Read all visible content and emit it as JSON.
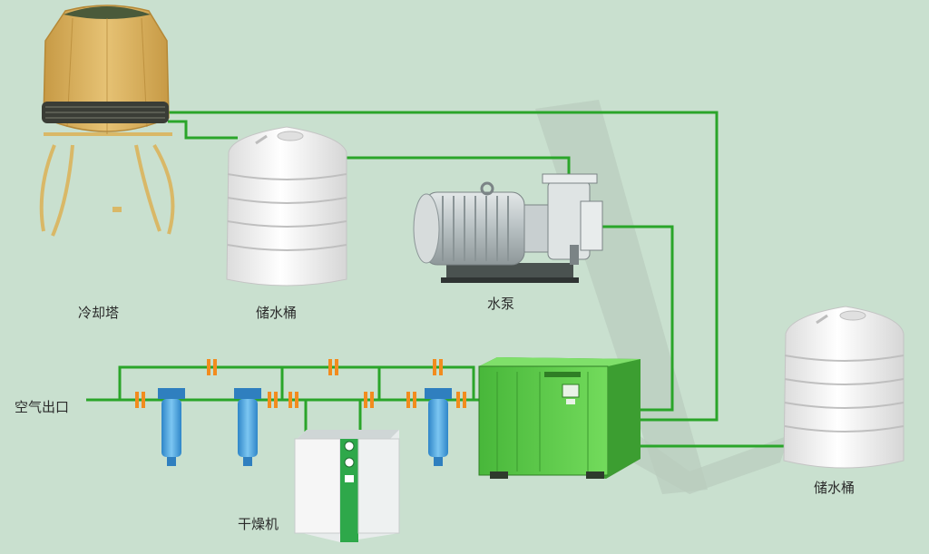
{
  "labels": {
    "cooling_tower": "冷却塔",
    "storage_tank_top": "储水桶",
    "water_pump": "水泵",
    "air_outlet": "空气出口",
    "dryer": "干燥机",
    "storage_tank_right": "储水桶"
  },
  "colors": {
    "background": "#c9e0cf",
    "pipe": "#2aa52a",
    "valve": "#f28c1e",
    "filter": "#4aa6df",
    "compressor": "#5dcf4a",
    "tower": "#d8b15e",
    "tank": "#f3f3f3",
    "pump": "#b9c2c4"
  },
  "icons": [
    "cooling-tower-icon",
    "storage-tank-icon",
    "water-pump-icon",
    "air-filter-icon",
    "air-dryer-icon",
    "air-compressor-icon",
    "valve-icon"
  ]
}
